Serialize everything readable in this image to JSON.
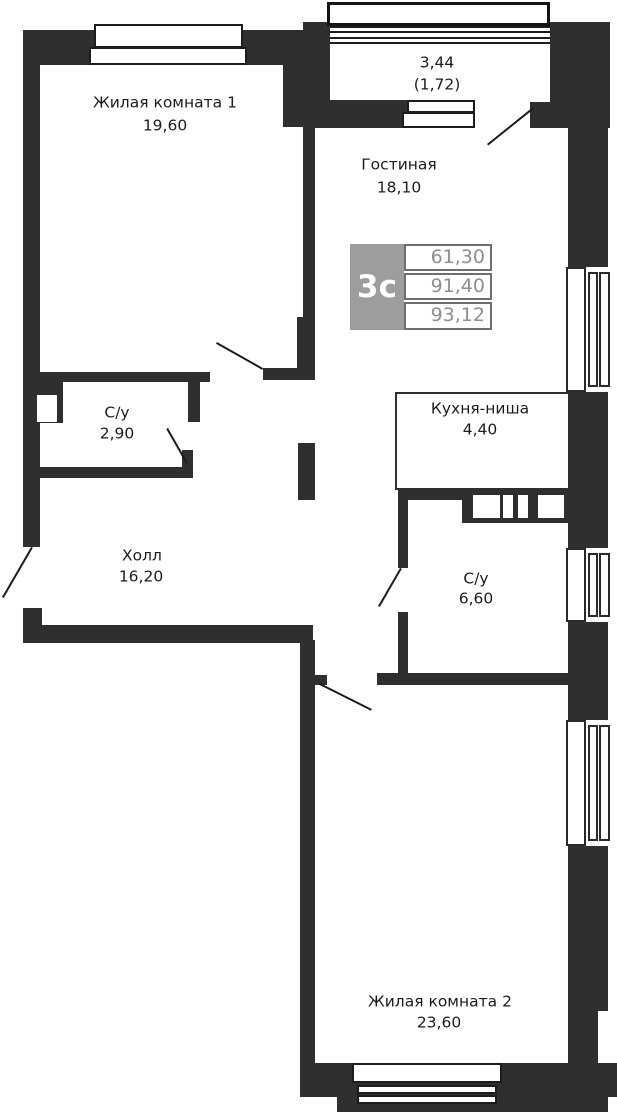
{
  "rooms": [
    {
      "name": "Жилая комната 1",
      "area": "19,60"
    },
    {
      "name": "Гостиная",
      "area": "18,10"
    },
    {
      "name": "С/у",
      "area": "2,90"
    },
    {
      "name": "Кухня-ниша",
      "area": "4,40"
    },
    {
      "name": "Холл",
      "area": "16,20"
    },
    {
      "name": "С/у",
      "area": "6,60"
    },
    {
      "name": "Жилая комната 2",
      "area": "23,60"
    }
  ],
  "balcony": {
    "area": "3,44",
    "area_secondary": "(1,72)"
  },
  "info_box": {
    "type": "3с",
    "rows": [
      "61,30",
      "91,40",
      "93,12"
    ]
  },
  "colors": {
    "wall": "#2f2f2f",
    "line": "#1c1c1c",
    "badge_gray": "#9d9d9d",
    "info_text": "#8f8f8f",
    "background": "#ffffff"
  }
}
